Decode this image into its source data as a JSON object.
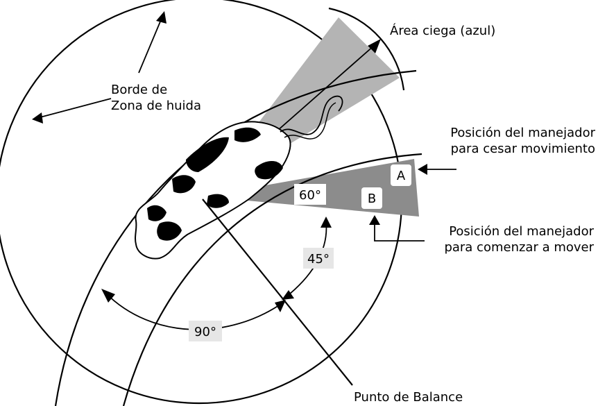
{
  "labels": {
    "blind_area": "Área ciega (azul)",
    "flight_zone_line1": "Borde de",
    "flight_zone_line2": "Zona de huida",
    "stop_line1": "Posición del manejador",
    "stop_line2": "para cesar movimiento",
    "start_line1": "Posición del manejador",
    "start_line2": "para comenzar a mover",
    "point_of_balance": "Punto de Balance",
    "angle_60": "60°",
    "angle_45": "45°",
    "angle_90": "90°",
    "pos_a": "A",
    "pos_b": "B"
  },
  "colors": {
    "blind_area_fill": "#b4b4b4",
    "handler_zone_fill": "#8c8c8c",
    "label_box_fill": "#e6e6e6"
  }
}
